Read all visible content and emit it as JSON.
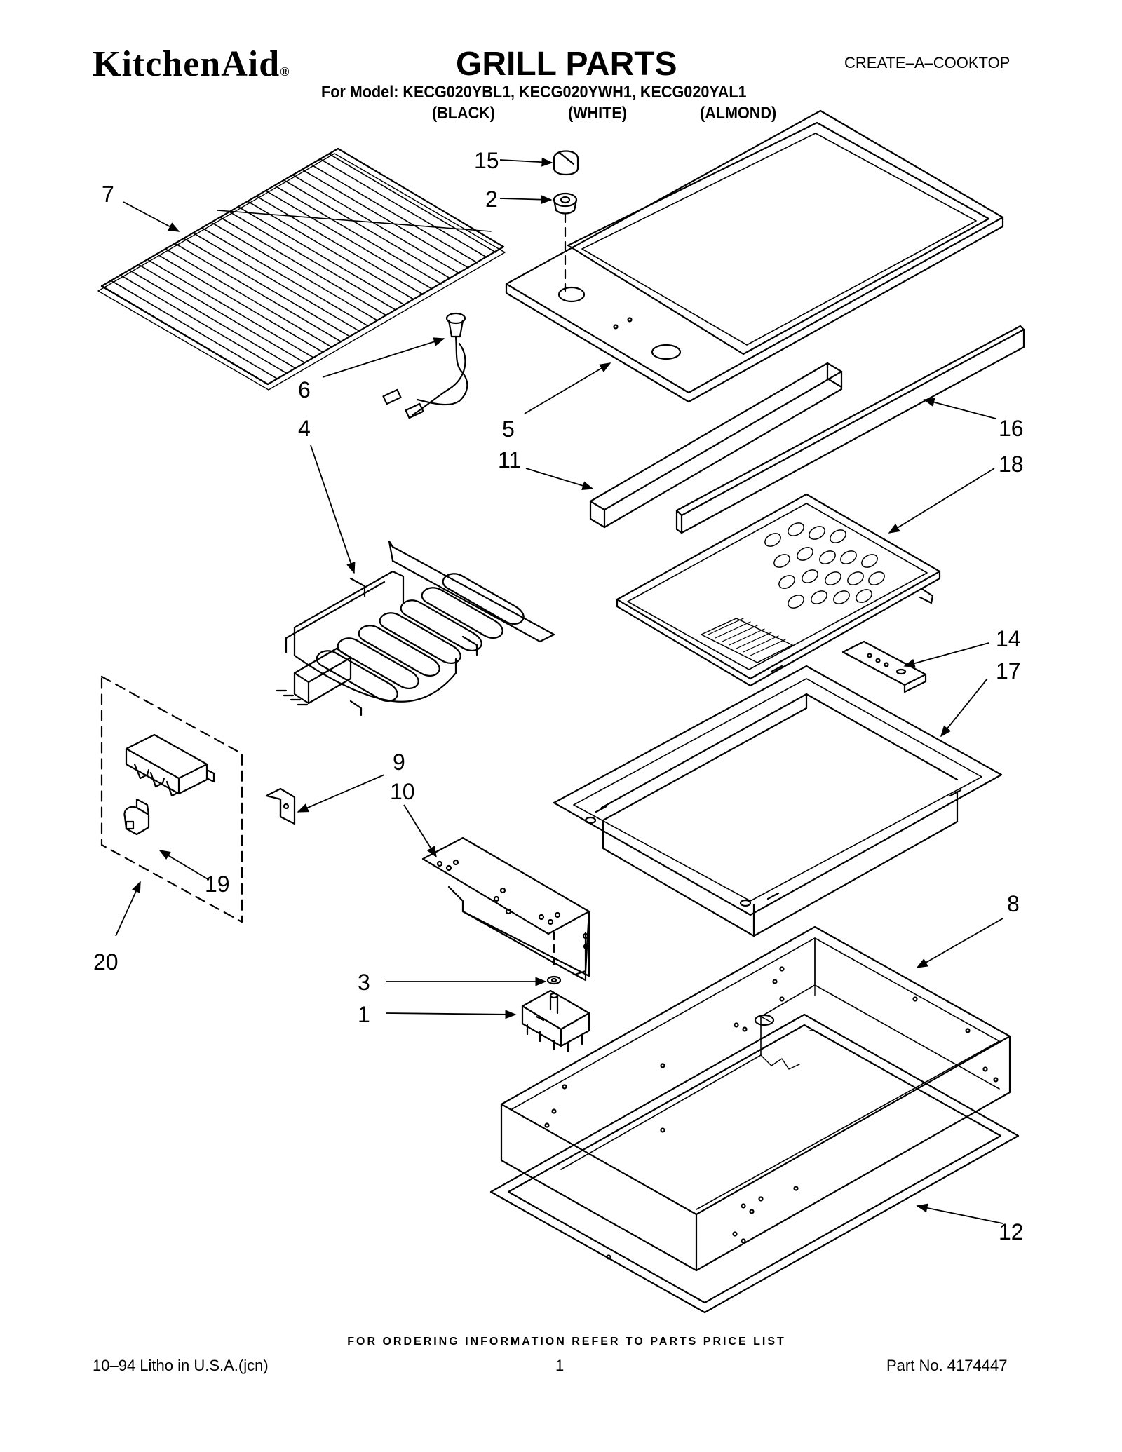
{
  "header": {
    "brand": "KitchenAid",
    "brand_mark": "®",
    "title": "GRILL PARTS",
    "product_line": "CREATE–A–COOKTOP",
    "model_line": "For Model: KECG020YBL1, KECG020YWH1, KECG020YAL1",
    "colors": [
      "(BLACK)",
      "(WHITE)",
      "(ALMOND)"
    ]
  },
  "callouts": [
    "15",
    "2",
    "7",
    "6",
    "4",
    "5",
    "11",
    "16",
    "18",
    "14",
    "17",
    "9",
    "10",
    "19",
    "20",
    "8",
    "3",
    "1",
    "12"
  ],
  "footer": {
    "ordering_note": "FOR ORDERING INFORMATION REFER TO PARTS PRICE LIST",
    "litho": "10–94 Litho in U.S.A.(jcn)",
    "page": "1",
    "part_no": "Part No. 4174447"
  }
}
